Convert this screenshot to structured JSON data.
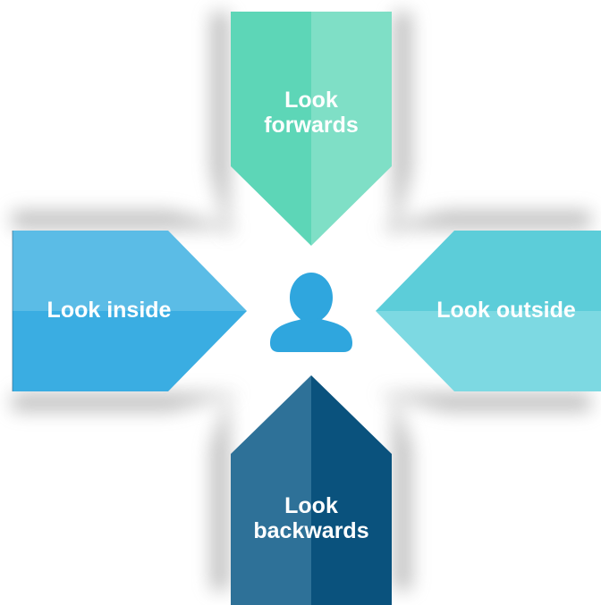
{
  "arrows": {
    "forwards": {
      "lines": [
        "Look",
        "forwards"
      ],
      "colors": {
        "left": "#5DD6B7",
        "right": "#7FDFC6"
      }
    },
    "backwards": {
      "lines": [
        "Look",
        "backwards"
      ],
      "colors": {
        "left": "#2E7198",
        "right": "#0A527D"
      }
    },
    "inside": {
      "lines": [
        "Look inside"
      ],
      "colors": {
        "top": "#5BBCE6",
        "bottom": "#3AADE2"
      }
    },
    "outside": {
      "lines": [
        "Look outside"
      ],
      "colors": {
        "top": "#5CCDD9",
        "bottom": "#7DD9E2"
      }
    }
  },
  "center": {
    "icon": "person-icon",
    "color": "#2FA6DE"
  }
}
